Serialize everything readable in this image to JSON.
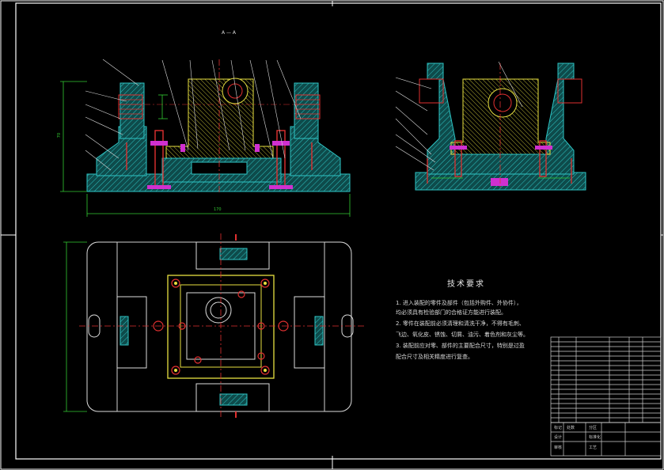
{
  "drawing": {
    "technical_requirements": {
      "title": "技术要求",
      "lines": [
        "1. 进入装配的零件及部件（包括外购件、外协件），",
        "均必须具有检验部门的合格证方能进行装配。",
        "2. 零件在装配前必须清理和清洗干净，不得有毛刺、",
        "飞边、氧化皮、锈蚀、切屑、油污、着色剂和灰尘等。",
        "3. 装配前应对零、部件的主要配合尺寸，特别是过盈",
        "配合尺寸及相关精度进行复查。"
      ]
    },
    "dimensions": {
      "front_width": "170",
      "front_height": "70"
    },
    "section_label": "A — A",
    "title_block": {
      "row1": [
        "标记",
        "处数",
        "分区"
      ],
      "row2": [
        "设计",
        "标准化"
      ],
      "row3": [
        "审核",
        "工艺"
      ]
    },
    "colors": {
      "frame": "#ffffff",
      "outline_cyan": "#2ec4c4",
      "outline_yellow": "#e8e040",
      "hatch_red": "#e03030",
      "dim_green": "#33cc33",
      "part_magenta": "#d030d0",
      "leader_white": "#dddddd"
    }
  }
}
